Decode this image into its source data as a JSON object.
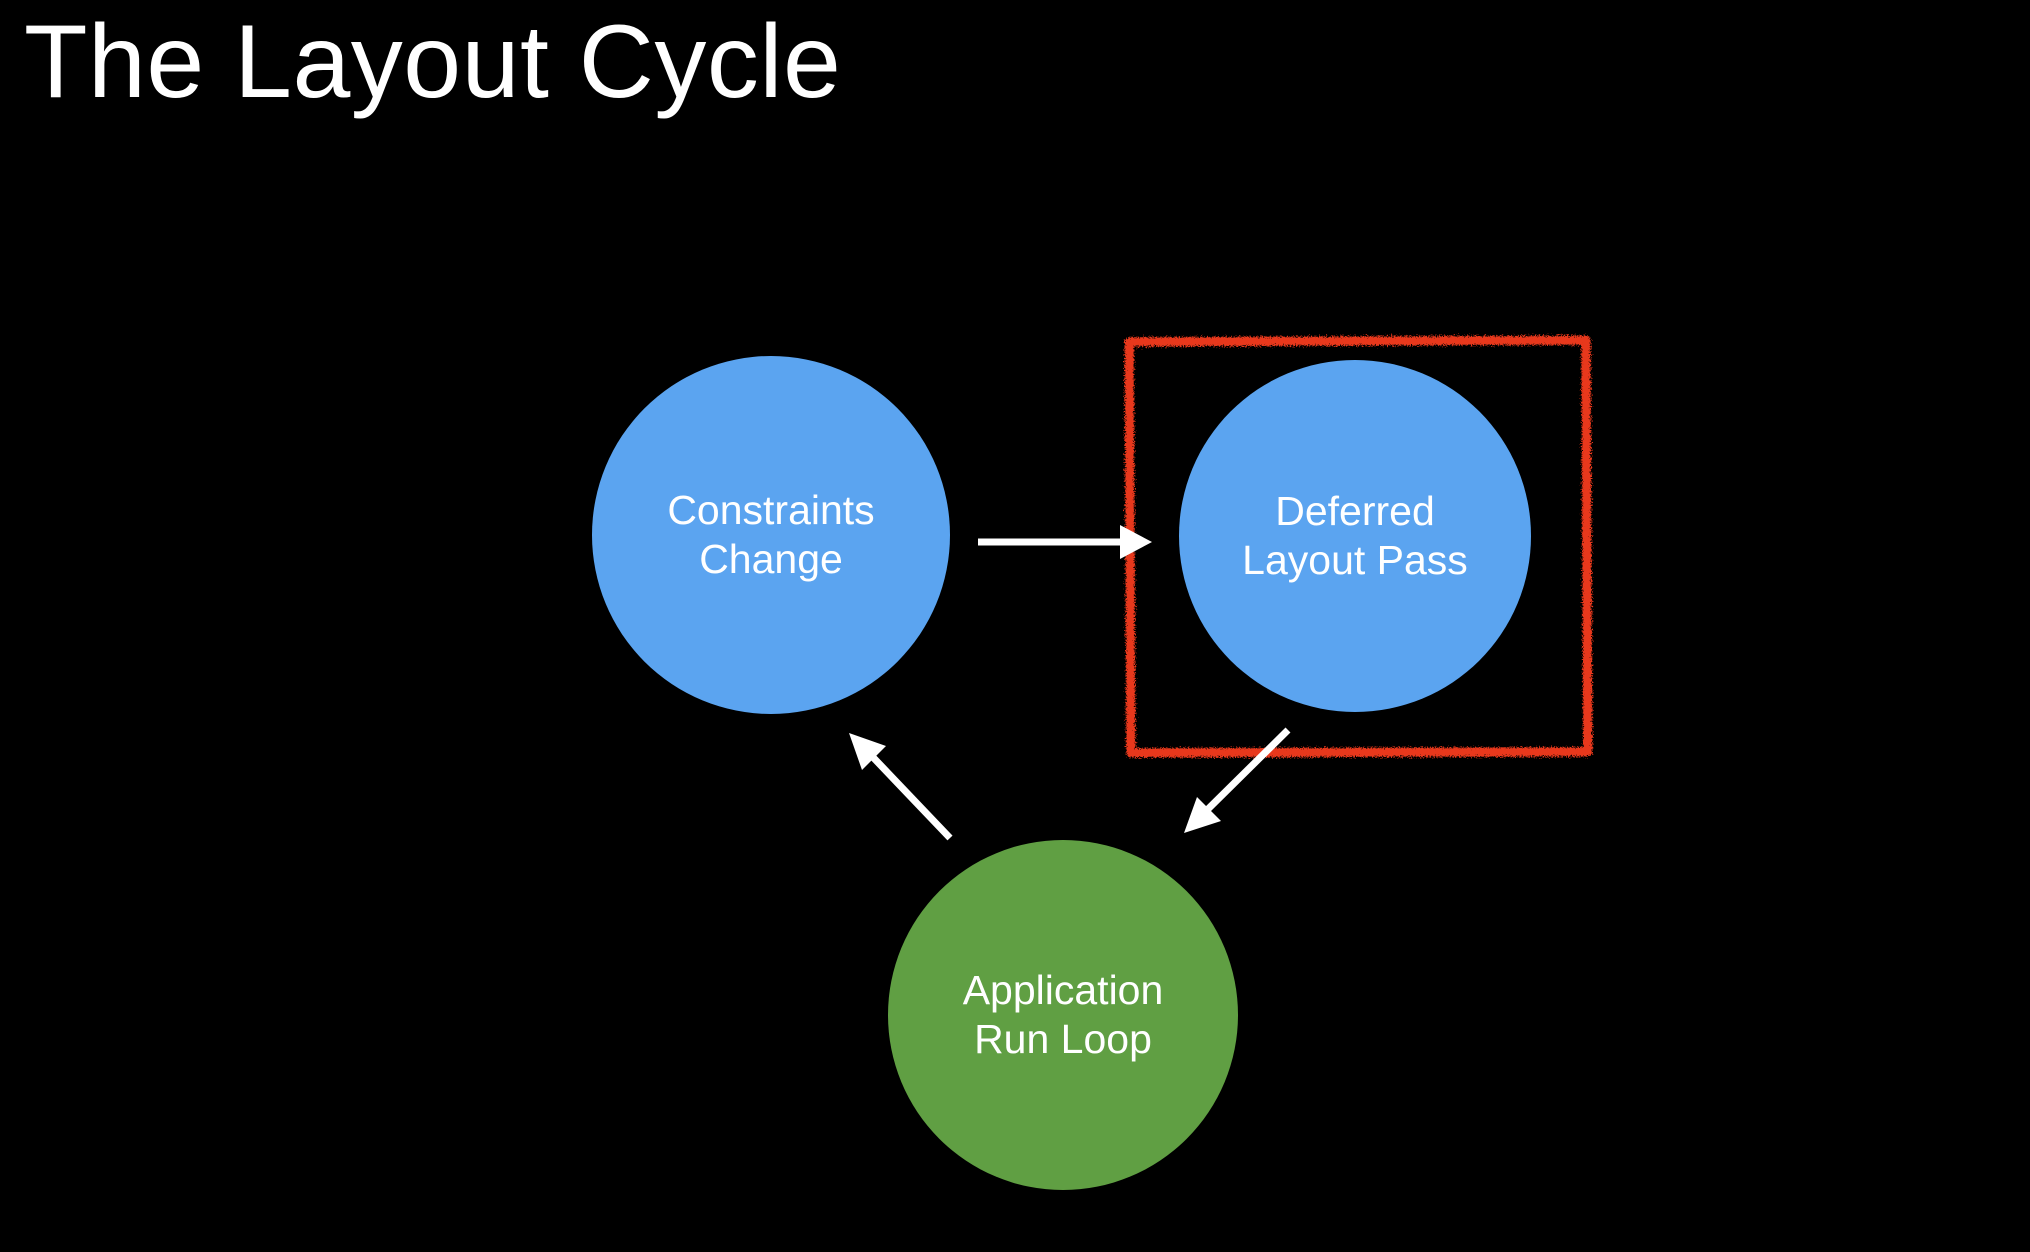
{
  "slide": {
    "title": "The Layout Cycle",
    "background_color": "#000000",
    "title_color": "#ffffff"
  },
  "palette": {
    "blue": "#5ba4f0",
    "green": "#609f43",
    "red_highlight": "#e8381b",
    "arrow_white": "#ffffff",
    "background": "#000000"
  },
  "diagram": {
    "type": "cycle-flow",
    "nodes": [
      {
        "id": "constraints-change",
        "label": "Constraints\nChange",
        "shape": "circle",
        "color": "#5ba4f0",
        "text_color": "#ffffff"
      },
      {
        "id": "deferred-layout-pass",
        "label": "Deferred\nLayout Pass",
        "shape": "circle",
        "color": "#5ba4f0",
        "text_color": "#ffffff",
        "highlighted": true
      },
      {
        "id": "application-run-loop",
        "label": "Application\nRun Loop",
        "shape": "circle",
        "color": "#609f43",
        "text_color": "#ffffff"
      }
    ],
    "edges": [
      {
        "id": "edge-constraints-to-deferred",
        "from": "constraints-change",
        "to": "deferred-layout-pass",
        "style": "solid-arrow",
        "color": "#ffffff"
      },
      {
        "id": "edge-deferred-to-runloop",
        "from": "deferred-layout-pass",
        "to": "application-run-loop",
        "style": "solid-arrow",
        "color": "#ffffff"
      },
      {
        "id": "edge-runloop-to-constraints",
        "from": "application-run-loop",
        "to": "constraints-change",
        "style": "solid-arrow",
        "color": "#ffffff"
      }
    ],
    "highlight": {
      "id": "highlight-deferred-layout-pass",
      "target": "deferred-layout-pass",
      "style": "hand-drawn-marker-rectangle",
      "color": "#e8381b"
    }
  }
}
